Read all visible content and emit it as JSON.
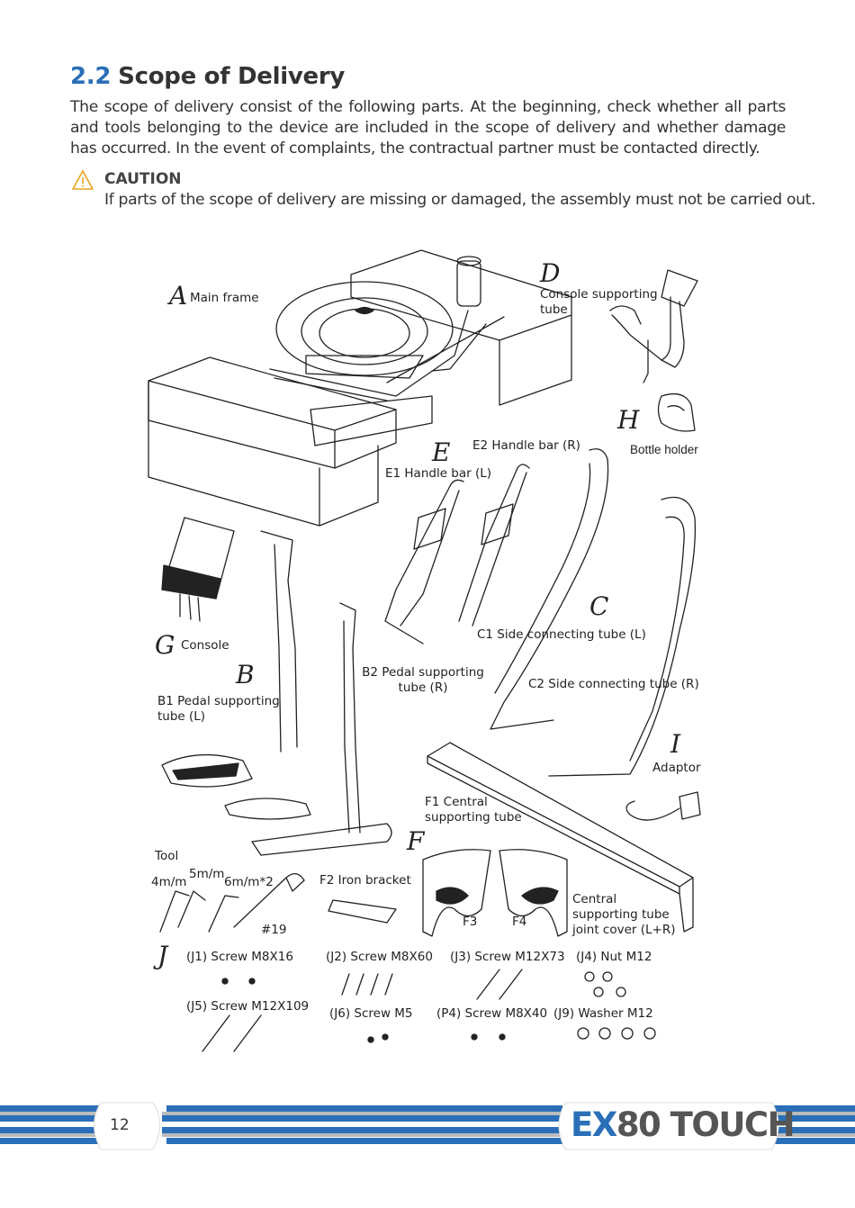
{
  "section": {
    "number": "2.2",
    "title": "Scope of Delivery",
    "intro": "The scope of delivery consist of the following parts. At the beginning, check whether all parts and tools belonging to the device are included in the scope of delivery and whether damage has occurred. In the event of complaints, the contractual partner must be contacted directly."
  },
  "caution": {
    "title": "CAUTION",
    "text": "If parts of the scope of delivery are missing or damaged, the assembly must not be carried out."
  },
  "parts": {
    "A": {
      "letter": "A",
      "label": "Main frame"
    },
    "D": {
      "letter": "D",
      "label": "Console supporting tube"
    },
    "H": {
      "letter": "H",
      "label": "Bottle holder"
    },
    "E": {
      "letter": "E",
      "label1": "E2 Handle bar (R)",
      "label2": "E1 Handle bar (L)"
    },
    "C": {
      "letter": "C",
      "label1": "C1 Side connecting tube (L)",
      "label2": "C2 Side connecting tube (R)"
    },
    "G": {
      "letter": "G",
      "label": "Console"
    },
    "B": {
      "letter": "B",
      "label1": "B1 Pedal supporting tube (L)",
      "label2": "B2 Pedal supporting tube (R)"
    },
    "I": {
      "letter": "I",
      "label": "Adaptor"
    },
    "F": {
      "letter": "F",
      "label1": "F1 Central supporting tube",
      "label2": "F2 Iron bracket",
      "f3": "F3",
      "f4": "F4",
      "cover": "Central supporting tube joint cover (L+R)"
    },
    "tool": {
      "title": "Tool",
      "t1": "4m/m",
      "t2": "5m/m",
      "t3": "6m/m*2",
      "t4": "#19"
    },
    "J": {
      "letter": "J",
      "j1": "(J1) Screw M8X16",
      "j2": "(J2) Screw M8X60",
      "j3": "(J3) Screw M12X73",
      "j4": "(J4) Nut M12",
      "j5": "(J5) Screw M12X109",
      "j6": "(J6) Screw M5",
      "p4": "(P4) Screw M8X40",
      "j9": "(J9) Washer M12"
    }
  },
  "footer": {
    "page": "12",
    "brand_ex": "EX",
    "brand_rest": "80 TOUCH"
  },
  "colors": {
    "accent": "#2a6fb8",
    "caution": "#e8a317",
    "text": "#333333"
  }
}
